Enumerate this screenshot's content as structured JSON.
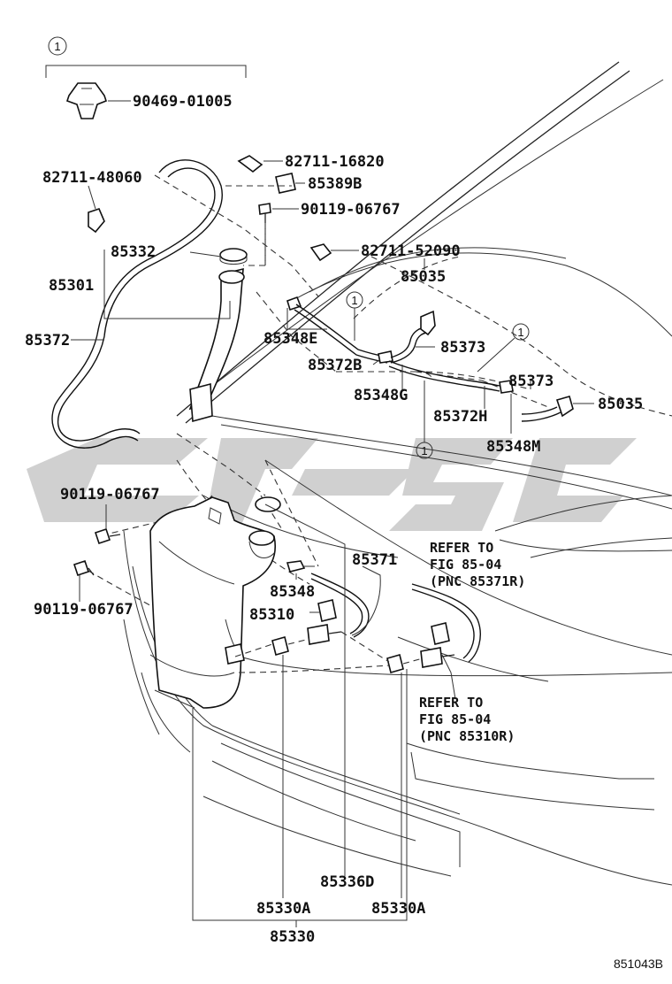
{
  "diagram": {
    "figure_id": "851043B",
    "callout_marker": "1",
    "watermark_color": "#c8c8c8",
    "labels": {
      "p90469": "90469-01005",
      "p82711_48060": "82711-48060",
      "p82711_16820": "82711-16820",
      "p85389B": "85389B",
      "p90119_top": "90119-06767",
      "p82711_52090": "82711-52090",
      "p85332": "85332",
      "p85301": "85301",
      "p85035_top": "85035",
      "p85372": "85372",
      "p85348E": "85348E",
      "p85373_top": "85373",
      "p85372B": "85372B",
      "p85373_right": "85373",
      "p85035_right": "85035",
      "p85348G": "85348G",
      "p85372H": "85372H",
      "p85348M": "85348M",
      "p90119_mid": "90119-06767",
      "p90119_low": "90119-06767",
      "p85371": "85371",
      "p85348": "85348",
      "p85310": "85310",
      "p85336D": "85336D",
      "p85330A_left": "85330A",
      "p85330A_right": "85330A",
      "p85330": "85330"
    },
    "refer_1": {
      "line1": "REFER TO",
      "line2": "FIG 85-04",
      "line3": "(PNC 85371R)"
    },
    "refer_2": {
      "line1": "REFER TO",
      "line2": "FIG 85-04",
      "line3": "(PNC 85310R)"
    }
  }
}
